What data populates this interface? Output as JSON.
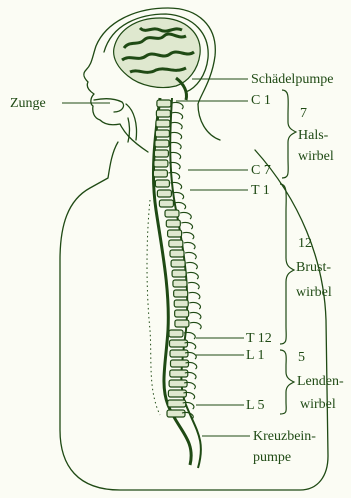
{
  "labels": {
    "zunge": "Zunge",
    "schaedelpumpe": "Schädelpumpe",
    "c1": "C 1",
    "c7": "C 7",
    "t1": "T 1",
    "t12": "T 12",
    "l1": "L 1",
    "l5": "L 5",
    "kreuzbein_line1": "Kreuzbein-",
    "kreuzbein_line2": "pumpe"
  },
  "groups": {
    "hals": {
      "count": "7",
      "line1": "Hals-",
      "line2": "wirbel"
    },
    "brust": {
      "count": "12",
      "line1": "Brust-",
      "line2": "wirbel"
    },
    "lenden": {
      "count": "5",
      "line1": "Lenden-",
      "line2": "wirbel"
    }
  },
  "colors": {
    "ink": "#1f4a14",
    "background": "#fbfcf4"
  }
}
